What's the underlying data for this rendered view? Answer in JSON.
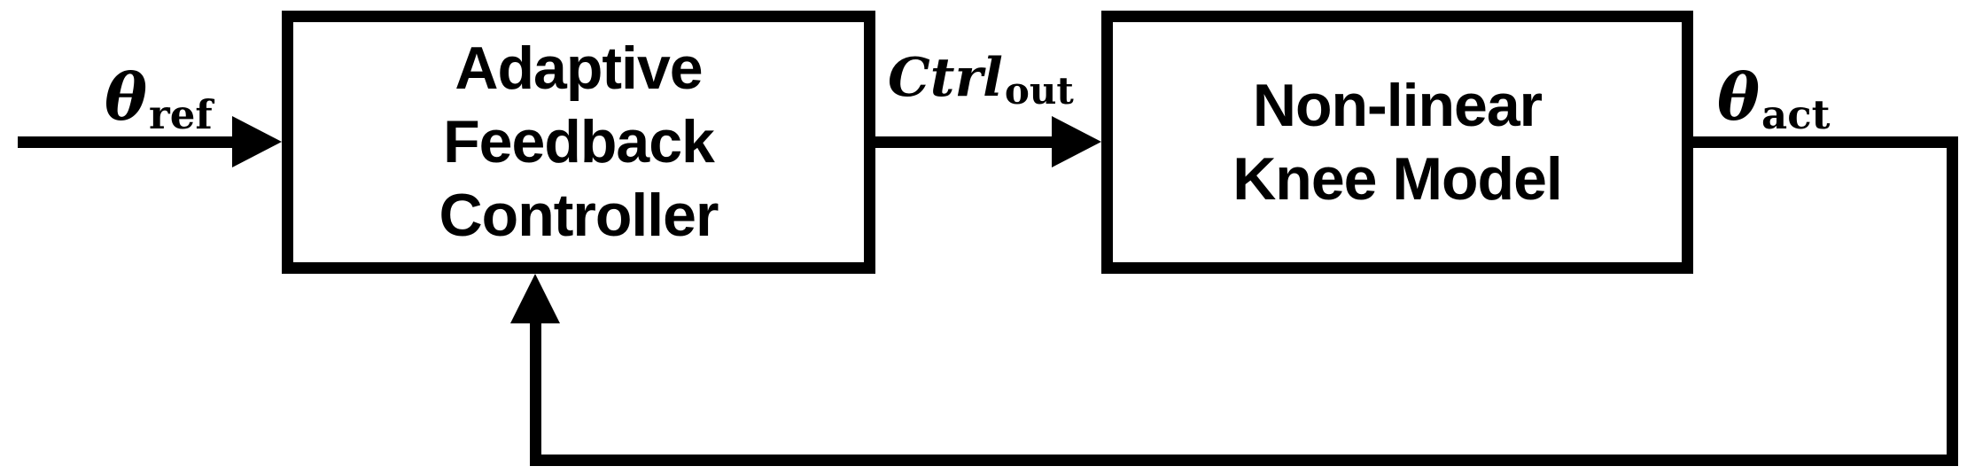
{
  "figure": {
    "type": "feedback-control-block-diagram",
    "background": "#ffffff",
    "line_color": "#000000"
  },
  "blocks": {
    "controller": {
      "label": "Adaptive Feedback Controller",
      "lines": [
        "Adaptive",
        "Feedback",
        "Controller"
      ]
    },
    "plant": {
      "label": "Non-linear Knee Model",
      "lines": [
        "Non-linear",
        "Knee Model"
      ]
    }
  },
  "signals": {
    "reference": {
      "base": "θ",
      "sub": "ref"
    },
    "control": {
      "base": "Ctrl",
      "sub": "out"
    },
    "actual": {
      "base": "θ",
      "sub": "act"
    }
  }
}
